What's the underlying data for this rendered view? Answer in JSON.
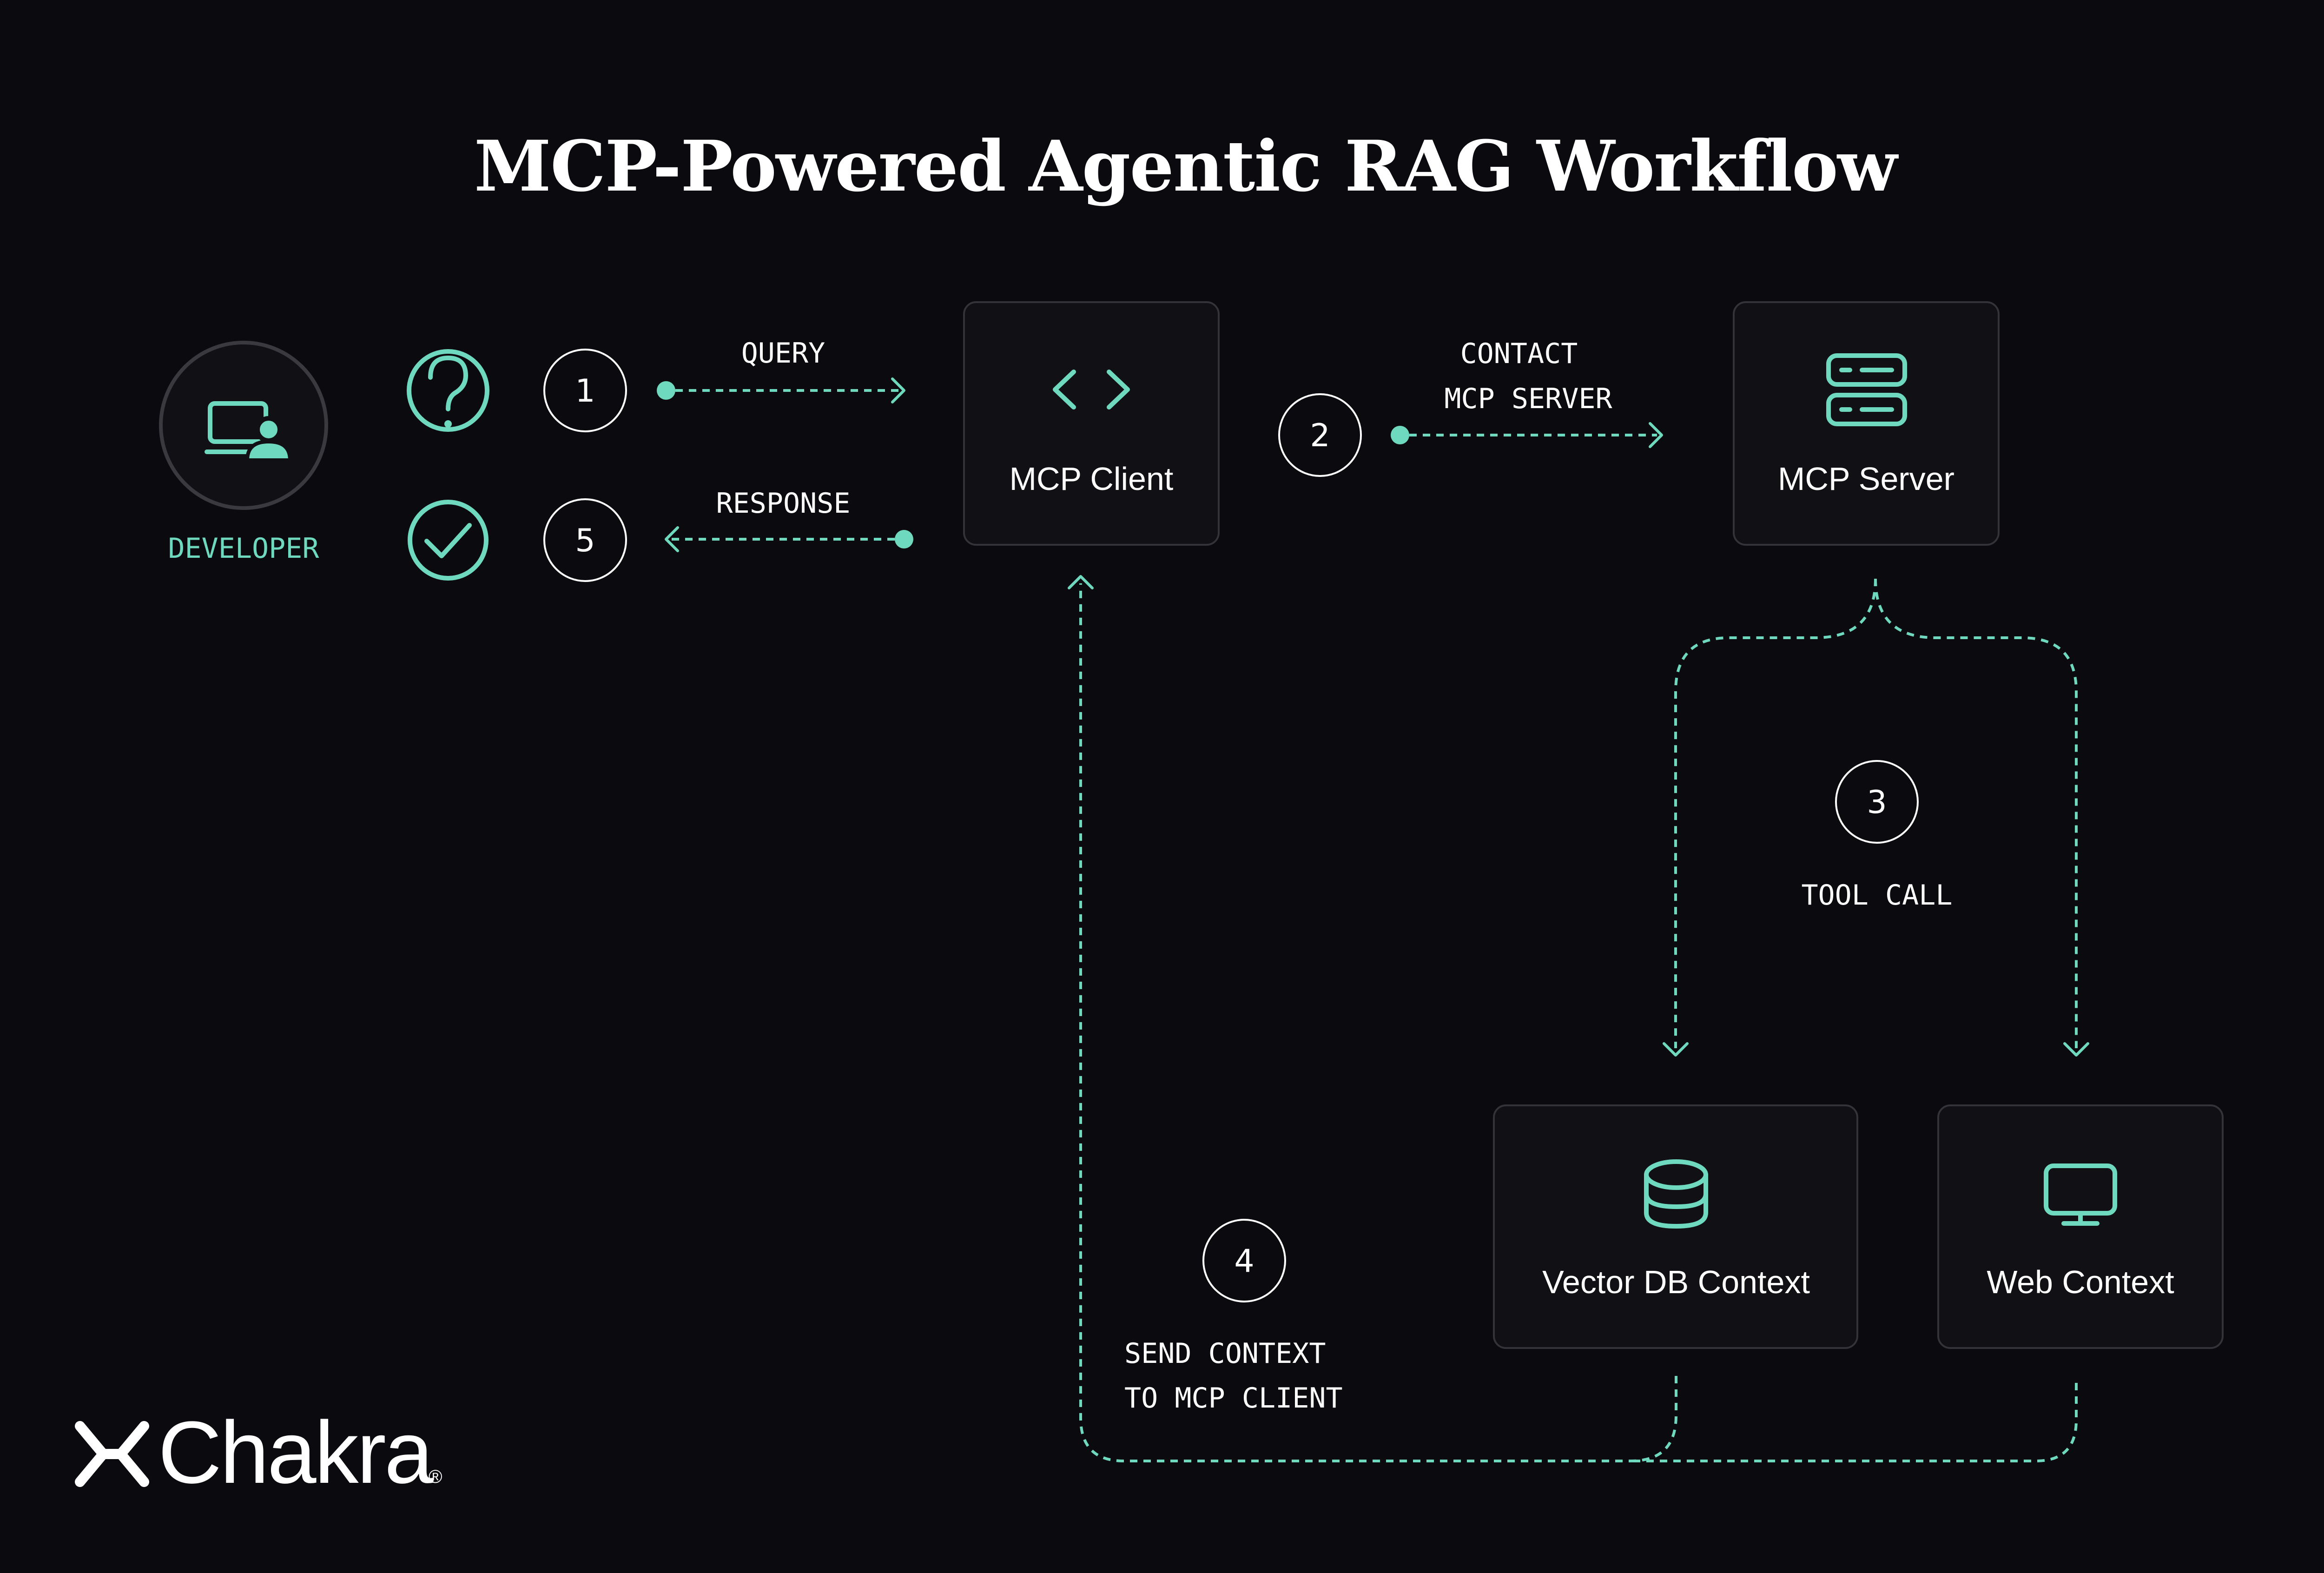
{
  "title": "MCP-Powered Agentic RAG Workflow",
  "actor": {
    "label": "DEVELOPER",
    "icon": "developer-laptop-icon"
  },
  "steps": [
    {
      "number": "1",
      "lines": [
        "QUERY"
      ],
      "icon": "question-icon"
    },
    {
      "number": "2",
      "lines": [
        "CONTACT",
        "MCP SERVER"
      ]
    },
    {
      "number": "3",
      "lines": [
        "TOOL CALL"
      ]
    },
    {
      "number": "4",
      "lines": [
        "SEND CONTEXT",
        "TO MCP CLIENT"
      ]
    },
    {
      "number": "5",
      "lines": [
        "RESPONSE"
      ],
      "icon": "check-icon"
    }
  ],
  "nodes": {
    "client": {
      "label": "MCP Client",
      "icon": "code-brackets-icon"
    },
    "server": {
      "label": "MCP Server",
      "icon": "server-icon"
    },
    "vector": {
      "label": "Vector DB Context",
      "icon": "database-icon"
    },
    "web": {
      "label": "Web Context",
      "icon": "monitor-icon"
    }
  },
  "brand": {
    "name": "Chakra",
    "mark": "®",
    "logo_icon": "chakra-logo-icon"
  },
  "colors": {
    "background": "#0b0a0f",
    "accent": "#6fd9bf",
    "box_fill": "#111015",
    "box_border": "#34333a",
    "text": "#ffffff"
  }
}
